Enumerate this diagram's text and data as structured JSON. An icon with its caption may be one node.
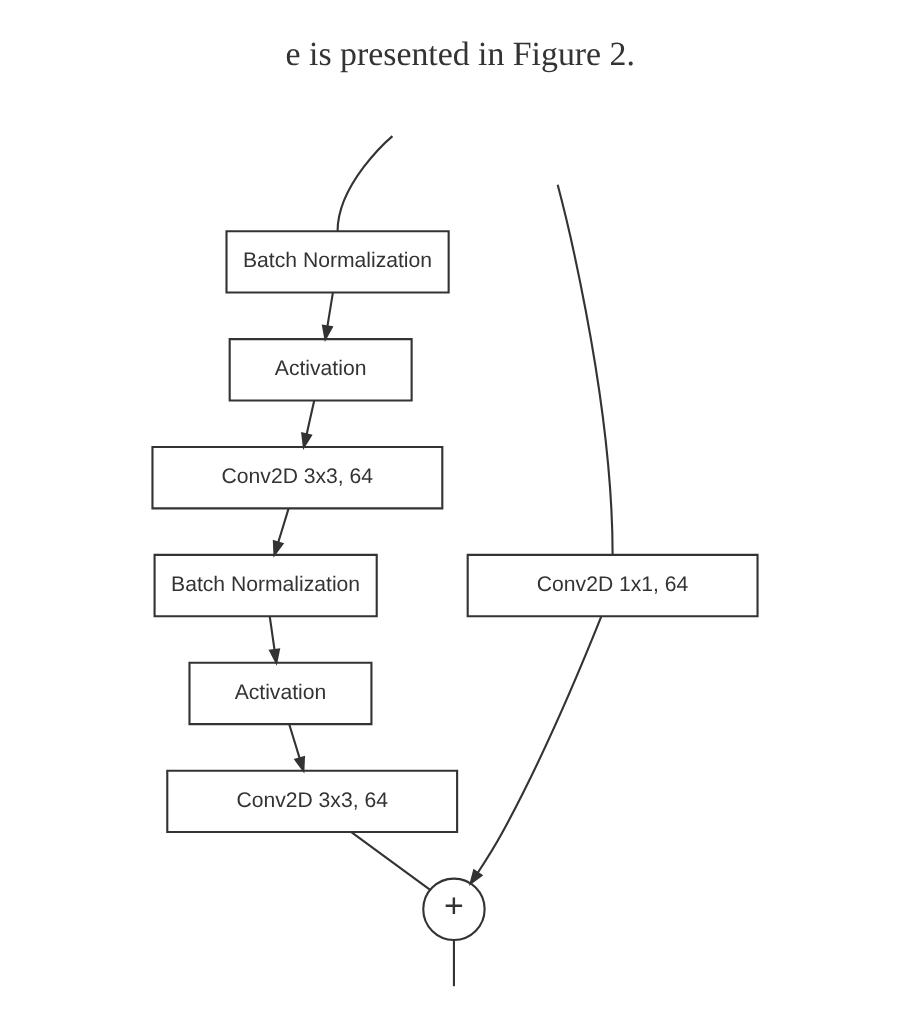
{
  "diagram": {
    "nodes": [
      {
        "text": [
          "Batch Normalization"
        ]
      },
      {
        "text": [
          "Activation"
        ]
      },
      {
        "text": [
          "Conv2D 3x3, 64"
        ]
      },
      {
        "text": [
          "Batch Normalization"
        ]
      },
      {
        "text": [
          "Activation"
        ]
      },
      {
        "text": [
          "Conv2D 3x3, 64"
        ]
      },
      {
        "text": [
          "Conv2D 1x1, 64"
        ]
      },
      {
        "text": [
          "+"
        ]
      }
    ],
    "edges": [
      {
        "from": null,
        "to": 0,
        "arrow": "none"
      },
      {
        "from": null,
        "to": 6,
        "arrow": "none"
      },
      {
        "from": 0,
        "to": 1,
        "arrow": "to"
      },
      {
        "from": 1,
        "to": 2,
        "arrow": "to"
      },
      {
        "from": 2,
        "to": 3,
        "arrow": "to"
      },
      {
        "from": 3,
        "to": 4,
        "arrow": "to"
      },
      {
        "from": 4,
        "to": 5,
        "arrow": "to"
      },
      {
        "from": 5,
        "to": 7,
        "arrow": "none"
      },
      {
        "from": 6,
        "to": 7,
        "arrow": "to"
      },
      {
        "from": 7,
        "to": null,
        "arrow": "none"
      }
    ],
    "labels": [
      "e is presented in Figure 2."
    ]
  }
}
